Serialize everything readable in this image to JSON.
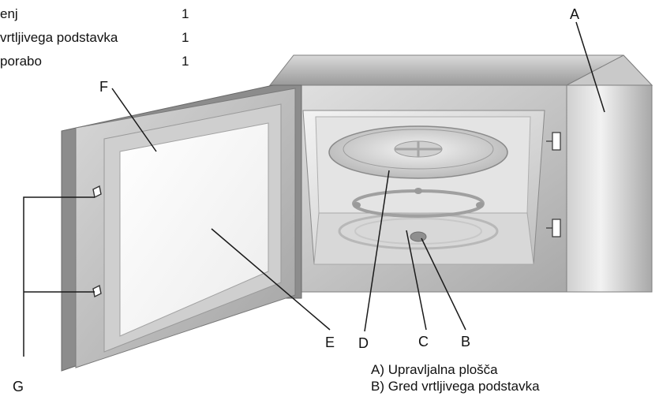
{
  "parts_list": [
    {
      "name": "enj",
      "qty": "1"
    },
    {
      "name": "vrtljivega podstavka",
      "qty": "1"
    },
    {
      "name": "porabo",
      "qty": "1"
    }
  ],
  "labels": {
    "a": "A",
    "b": "B",
    "c": "C",
    "d": "D",
    "e": "E",
    "f": "F",
    "g": "G"
  },
  "legend": [
    "A) Upravljalna plošča",
    "B) Gred vrtljivega podstavka"
  ],
  "colors": {
    "body_light": "#e6e6e6",
    "body_mid": "#bdbdbd",
    "body_dark": "#8e8e8e",
    "line": "#1a1a1a"
  }
}
